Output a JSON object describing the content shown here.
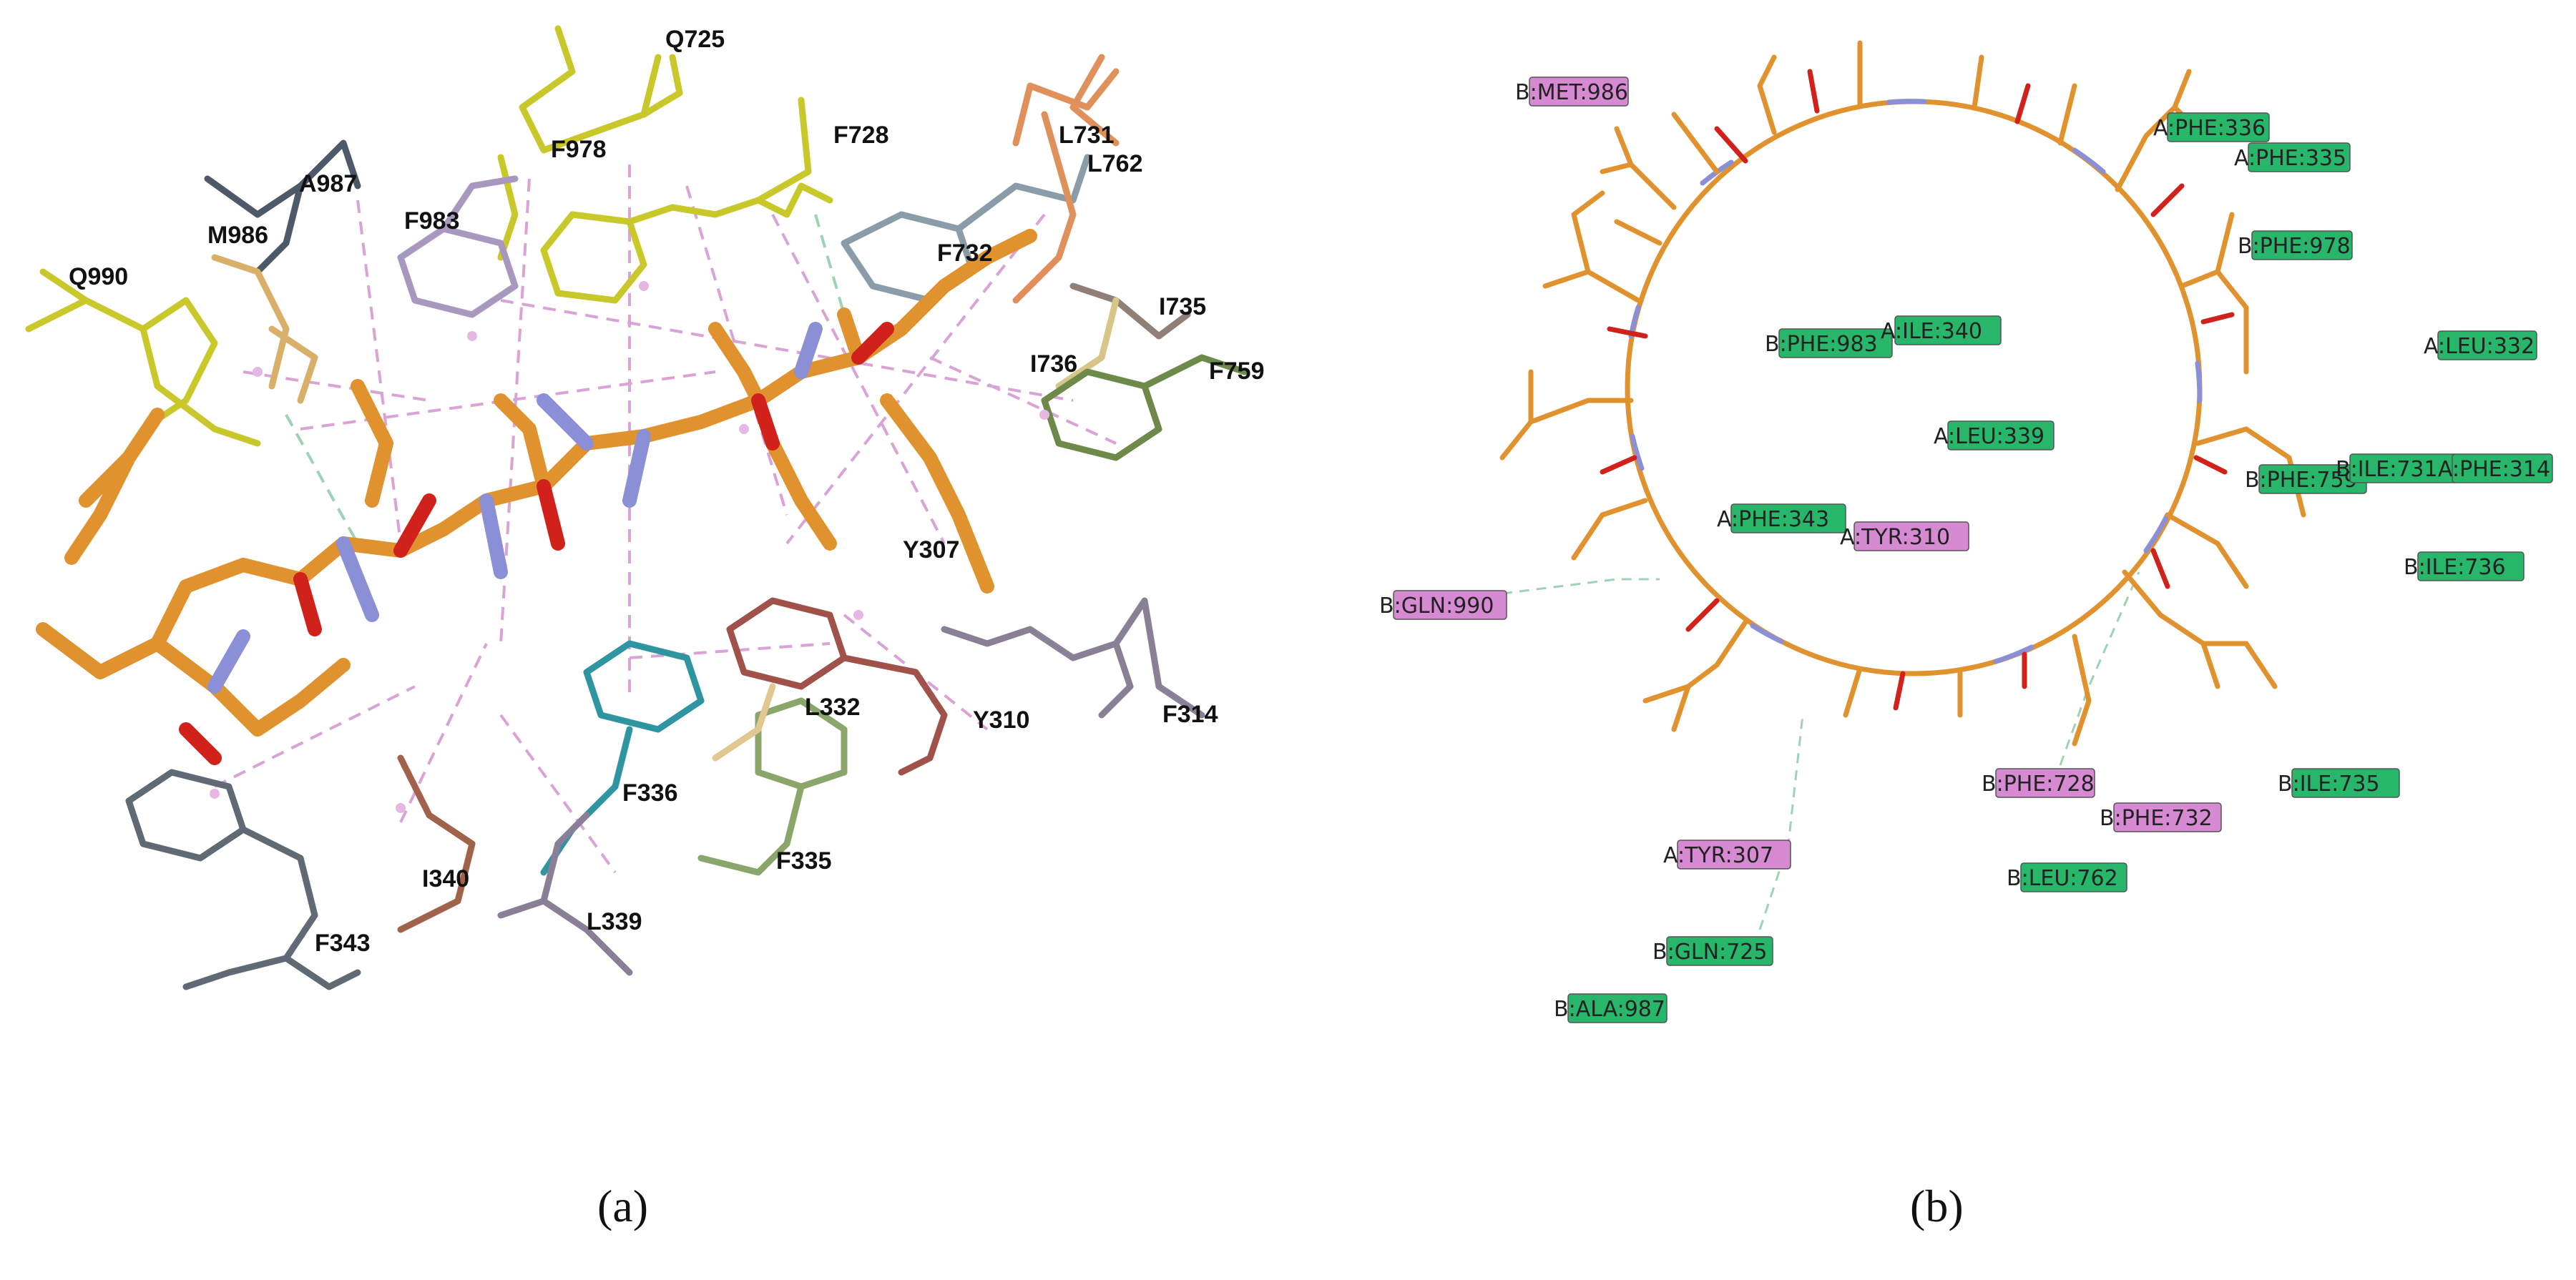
{
  "colors": {
    "ligand": "#e0922e",
    "nitrogen": "#8a8fd6",
    "oxygen": "#d0211a",
    "pi_alkyl": "#d9a3d6",
    "carbon_hbond": "#9fd2b4",
    "tag_green": "#28b66a",
    "tag_pink": "#d68ad2"
  },
  "panel_a": {
    "caption": "(a)",
    "residue_labels": [
      {
        "text": "Q725",
        "color": "#c9c82a"
      },
      {
        "text": "F728",
        "color": "#c9c82a"
      },
      {
        "text": "L731",
        "color": "#e0905a"
      },
      {
        "text": "L762",
        "color": "#e0905a"
      },
      {
        "text": "F978",
        "color": "#c9c82a"
      },
      {
        "text": "A987",
        "color": "#4d5968"
      },
      {
        "text": "F983",
        "color": "#a898bf"
      },
      {
        "text": "M986",
        "color": "#d8b06a"
      },
      {
        "text": "Q990",
        "color": "#c9c82a"
      },
      {
        "text": "F732",
        "color": "#8a9ca8"
      },
      {
        "text": "I735",
        "color": "#8f7f76"
      },
      {
        "text": "I736",
        "color": "#d8c58a"
      },
      {
        "text": "F759",
        "color": "#6e8a4a"
      },
      {
        "text": "Y307",
        "color": "#b86a40"
      },
      {
        "text": "L332",
        "color": "#e0c890"
      },
      {
        "text": "Y310",
        "color": "#a0524a"
      },
      {
        "text": "F314",
        "color": "#8a8096"
      },
      {
        "text": "F336",
        "color": "#2f95a0"
      },
      {
        "text": "F335",
        "color": "#8aa66a"
      },
      {
        "text": "I340",
        "color": "#a0624a"
      },
      {
        "text": "L339",
        "color": "#8a7f96"
      },
      {
        "text": "F343",
        "color": "#5f6a74"
      }
    ]
  },
  "panel_b": {
    "caption": "(b)",
    "tags": [
      {
        "text": "B:MET:986",
        "kind": "pink"
      },
      {
        "text": "A:PHE:336",
        "kind": "green"
      },
      {
        "text": "A:PHE:335",
        "kind": "green"
      },
      {
        "text": "B:PHE:978",
        "kind": "green"
      },
      {
        "text": "A:LEU:332",
        "kind": "green"
      },
      {
        "text": "B:PHE:983",
        "kind": "green"
      },
      {
        "text": "A:ILE:340",
        "kind": "green"
      },
      {
        "text": "A:LEU:339",
        "kind": "green"
      },
      {
        "text": "B:PHE:759",
        "kind": "green"
      },
      {
        "text": "B:ILE:731",
        "kind": "green"
      },
      {
        "text": "A:PHE:314",
        "kind": "green"
      },
      {
        "text": "A:PHE:343",
        "kind": "green"
      },
      {
        "text": "A:TYR:310",
        "kind": "pink"
      },
      {
        "text": "B:ILE:736",
        "kind": "green"
      },
      {
        "text": "B:GLN:990",
        "kind": "pink"
      },
      {
        "text": "B:PHE:728",
        "kind": "pink"
      },
      {
        "text": "B:PHE:732",
        "kind": "pink"
      },
      {
        "text": "B:ILE:735",
        "kind": "green"
      },
      {
        "text": "A:TYR:307",
        "kind": "pink"
      },
      {
        "text": "B:LEU:762",
        "kind": "green"
      },
      {
        "text": "B:GLN:725",
        "kind": "green"
      },
      {
        "text": "B:ALA:987",
        "kind": "green"
      }
    ]
  }
}
